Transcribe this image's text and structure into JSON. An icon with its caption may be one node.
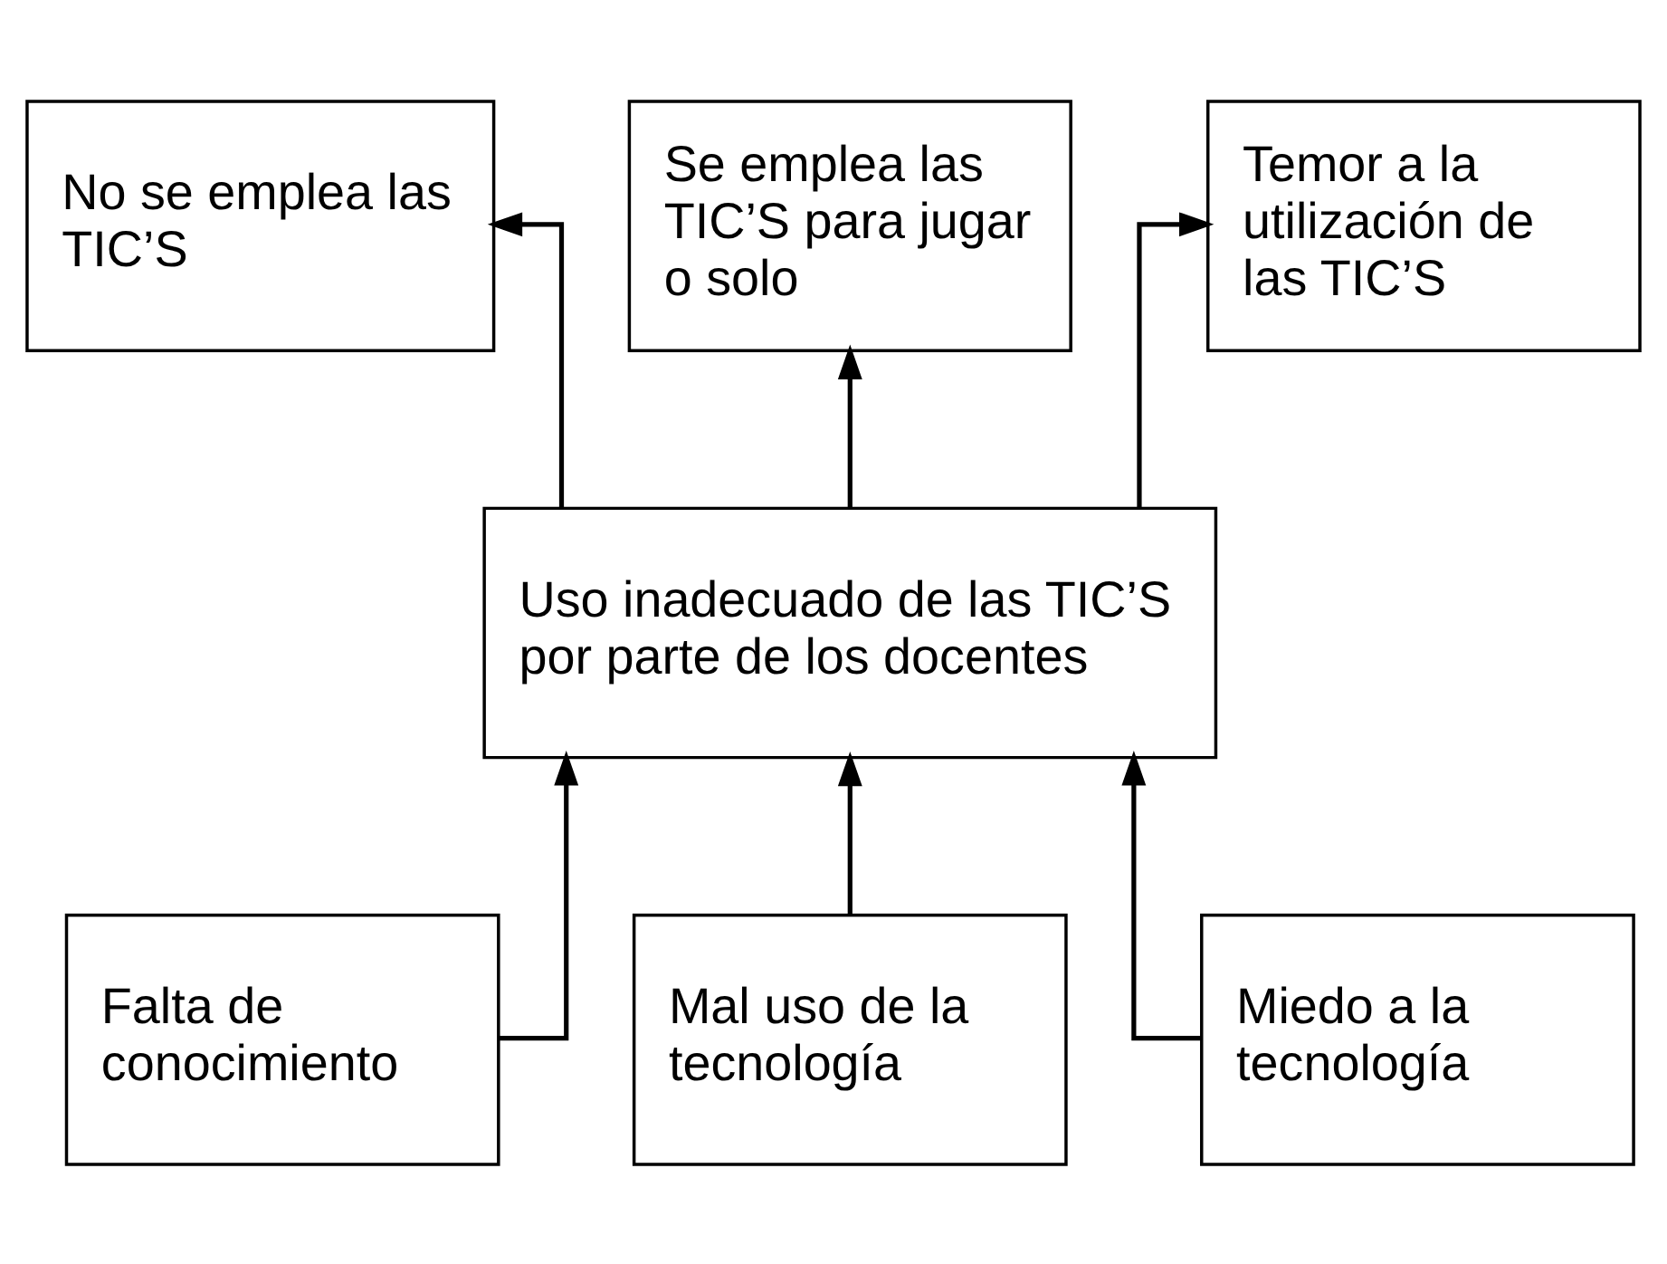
{
  "diagram": {
    "nodes": [
      {
        "text": [
          "No se emplea las TIC’S"
        ]
      },
      {
        "text": [
          "Se emplea las TIC’S para jugar o solo"
        ]
      },
      {
        "text": [
          "Temor a la utilización de las TIC’S"
        ]
      },
      {
        "text": [
          "Uso inadecuado de las TIC’S por parte de los docentes"
        ]
      },
      {
        "text": [
          "Falta de conocimiento"
        ]
      },
      {
        "text": [
          "Mal uso de la tecnología"
        ]
      },
      {
        "text": [
          "Miedo a la tecnología"
        ]
      }
    ],
    "edges": [
      {
        "from": 3,
        "to": 0,
        "arrow": "to"
      },
      {
        "from": 3,
        "to": 1,
        "arrow": "to"
      },
      {
        "from": 3,
        "to": 2,
        "arrow": "to"
      },
      {
        "from": 4,
        "to": 3,
        "arrow": "to"
      },
      {
        "from": 5,
        "to": 3,
        "arrow": "to"
      },
      {
        "from": 6,
        "to": 3,
        "arrow": "to"
      }
    ]
  }
}
